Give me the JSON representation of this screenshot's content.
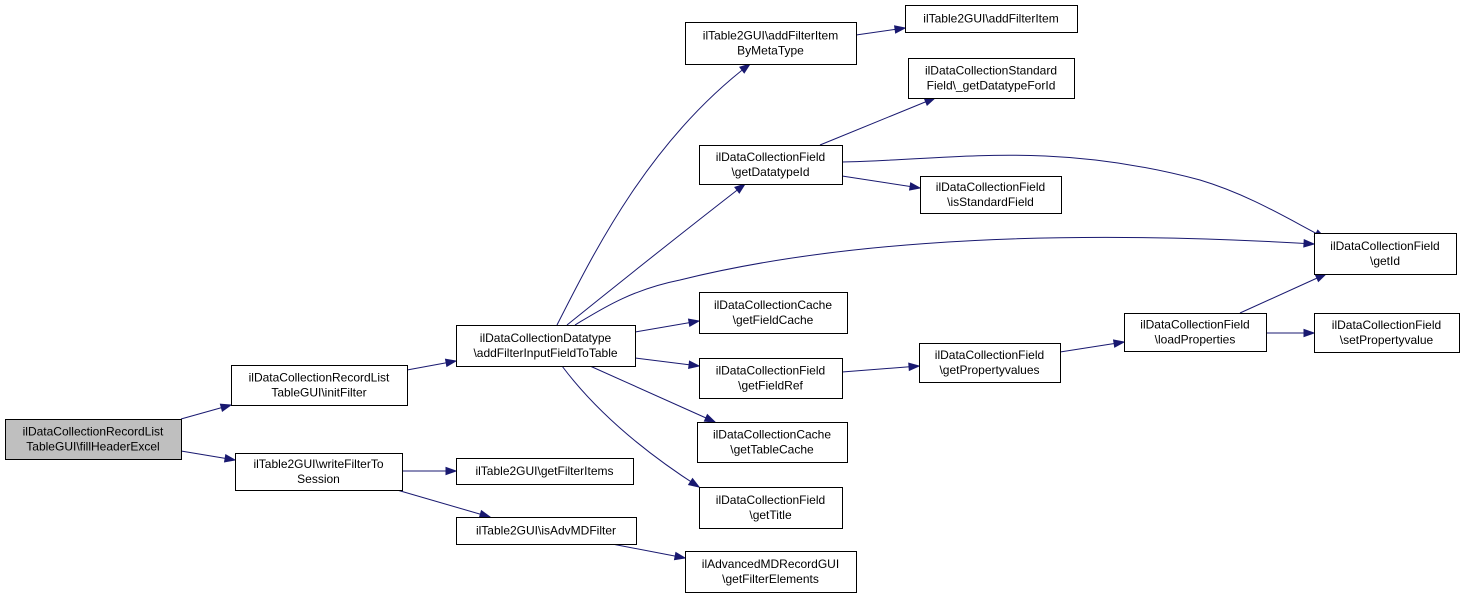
{
  "graph": {
    "colors": {
      "edge": "#191970",
      "node_border": "#000000",
      "root_fill": "#bfbfbf",
      "node_fill": "#ffffff"
    },
    "nodes": [
      {
        "id": "fillHeaderExcel",
        "lines": [
          "ilDataCollectionRecordList",
          "TableGUI\\fillHeaderExcel"
        ],
        "root": true
      },
      {
        "id": "initFilter",
        "lines": [
          "ilDataCollectionRecordList",
          "TableGUI\\initFilter"
        ]
      },
      {
        "id": "writeFilterToSession",
        "lines": [
          "ilTable2GUI\\writeFilterTo",
          "Session"
        ]
      },
      {
        "id": "addFilterInputFieldToTable",
        "lines": [
          "ilDataCollectionDatatype",
          "\\addFilterInputFieldToTable"
        ]
      },
      {
        "id": "getFilterItems",
        "lines": [
          "ilTable2GUI\\getFilterItems"
        ]
      },
      {
        "id": "isAdvMDFilter",
        "lines": [
          "ilTable2GUI\\isAdvMDFilter"
        ]
      },
      {
        "id": "addFilterItemByMetaType",
        "lines": [
          "ilTable2GUI\\addFilterItem",
          "ByMetaType"
        ]
      },
      {
        "id": "getDatatypeId",
        "lines": [
          "ilDataCollectionField",
          "\\getDatatypeId"
        ]
      },
      {
        "id": "getFieldCache",
        "lines": [
          "ilDataCollectionCache",
          "\\getFieldCache"
        ]
      },
      {
        "id": "getFieldRef",
        "lines": [
          "ilDataCollectionField",
          "\\getFieldRef"
        ]
      },
      {
        "id": "getTableCache",
        "lines": [
          "ilDataCollectionCache",
          "\\getTableCache"
        ]
      },
      {
        "id": "getTitle",
        "lines": [
          "ilDataCollectionField",
          "\\getTitle"
        ]
      },
      {
        "id": "getFilterElements",
        "lines": [
          "ilAdvancedMDRecordGUI",
          "\\getFilterElements"
        ]
      },
      {
        "id": "addFilterItem",
        "lines": [
          "ilTable2GUI\\addFilterItem"
        ]
      },
      {
        "id": "getDatatypeForId",
        "lines": [
          "ilDataCollectionStandard",
          "Field\\_getDatatypeForId"
        ]
      },
      {
        "id": "isStandardField",
        "lines": [
          "ilDataCollectionField",
          "\\isStandardField"
        ]
      },
      {
        "id": "getPropertyvalues",
        "lines": [
          "ilDataCollectionField",
          "\\getPropertyvalues"
        ]
      },
      {
        "id": "loadProperties",
        "lines": [
          "ilDataCollectionField",
          "\\loadProperties"
        ]
      },
      {
        "id": "getId",
        "lines": [
          "ilDataCollectionField",
          "\\getId"
        ]
      },
      {
        "id": "setPropertyvalue",
        "lines": [
          "ilDataCollectionField",
          "\\setPropertyvalue"
        ]
      }
    ],
    "edges": [
      [
        "fillHeaderExcel",
        "initFilter"
      ],
      [
        "fillHeaderExcel",
        "writeFilterToSession"
      ],
      [
        "initFilter",
        "addFilterInputFieldToTable"
      ],
      [
        "writeFilterToSession",
        "getFilterItems"
      ],
      [
        "writeFilterToSession",
        "isAdvMDFilter"
      ],
      [
        "isAdvMDFilter",
        "getFilterElements"
      ],
      [
        "addFilterInputFieldToTable",
        "addFilterItemByMetaType"
      ],
      [
        "addFilterInputFieldToTable",
        "getDatatypeId"
      ],
      [
        "addFilterInputFieldToTable",
        "getId"
      ],
      [
        "addFilterInputFieldToTable",
        "getFieldCache"
      ],
      [
        "addFilterInputFieldToTable",
        "getFieldRef"
      ],
      [
        "addFilterInputFieldToTable",
        "getTableCache"
      ],
      [
        "addFilterInputFieldToTable",
        "getTitle"
      ],
      [
        "addFilterItemByMetaType",
        "addFilterItem"
      ],
      [
        "getDatatypeId",
        "getDatatypeForId"
      ],
      [
        "getDatatypeId",
        "isStandardField"
      ],
      [
        "getDatatypeId",
        "getId"
      ],
      [
        "getFieldRef",
        "getPropertyvalues"
      ],
      [
        "getPropertyvalues",
        "loadProperties"
      ],
      [
        "loadProperties",
        "getId"
      ],
      [
        "loadProperties",
        "setPropertyvalue"
      ]
    ]
  }
}
